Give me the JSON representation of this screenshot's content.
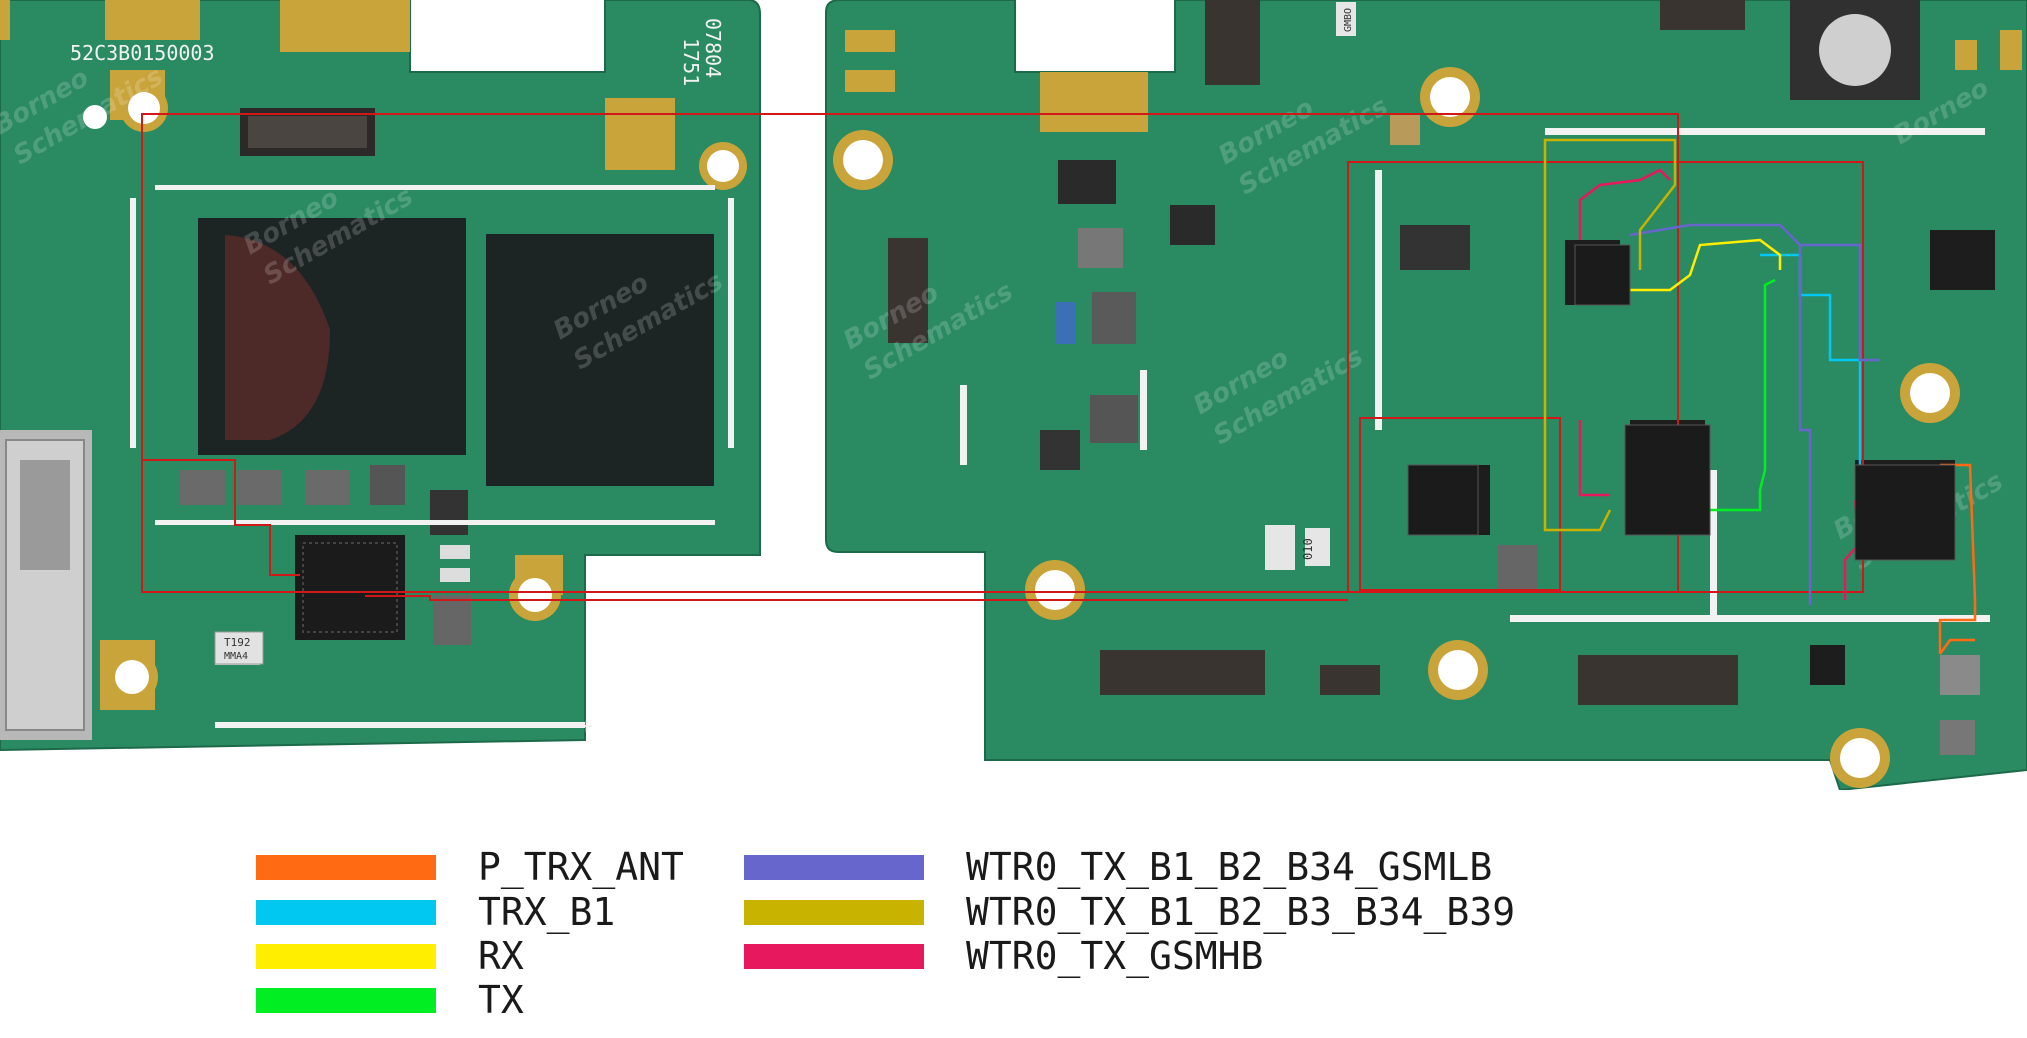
{
  "board": {
    "silkscreen_code": "52C3B0150003",
    "silkscreen_vertical_lines": [
      "07804",
      "1751"
    ],
    "part_labels": [
      "T192",
      "MMA4",
      "010",
      "GMBO"
    ],
    "polarity_mark": "+",
    "watermark": {
      "line1": "Borneo",
      "line2": "Schematics"
    }
  },
  "legend": [
    {
      "label": "P_TRX_ANT",
      "color": "#ff6a13"
    },
    {
      "label": "TRX_B1",
      "color": "#00c8f0"
    },
    {
      "label": "RX",
      "color": "#ffee00"
    },
    {
      "label": "TX",
      "color": "#00ee22"
    },
    {
      "label": "WTR0_TX_B1_B2_B34_GSMLB",
      "color": "#6666cc"
    },
    {
      "label": "WTR0_TX_B1_B2_B3_B34_B39",
      "color": "#c8b400"
    },
    {
      "label": "WTR0_TX_GSMHB",
      "color": "#e8185e"
    }
  ],
  "highlight_color": "#d01818"
}
